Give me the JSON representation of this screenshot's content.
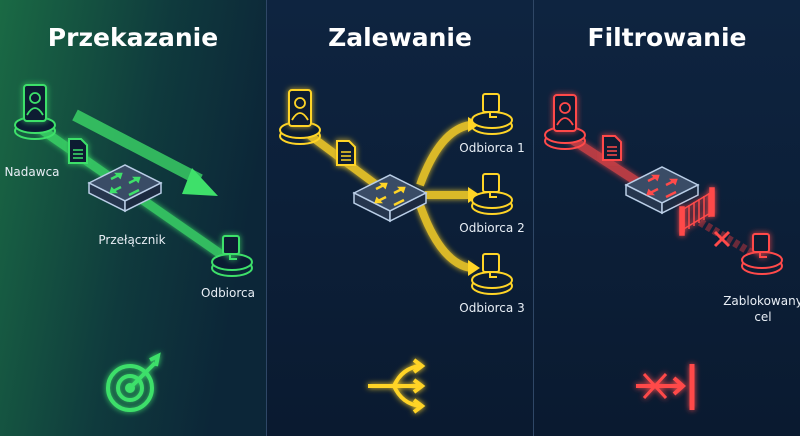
{
  "colors": {
    "forward": "#3ee06a",
    "flood": "#ffd426",
    "filter": "#ff4a4a",
    "background": "#0b1c33"
  },
  "panels": [
    {
      "title": "Przekazanie",
      "labels": {
        "sender": "Nadawca",
        "switch": "Przełącznik",
        "receiver": "Odbiorca"
      },
      "icon": "target-icon"
    },
    {
      "title": "Zalewanie",
      "labels": {
        "receiver1": "Odbiorca 1",
        "receiver2": "Odbiorca 2",
        "receiver3": "Odbiorca 3"
      },
      "icon": "split-arrow-icon"
    },
    {
      "title": "Filtrowanie",
      "labels": {
        "blocked1": "Zablokowany",
        "blocked2": "cel"
      },
      "icon": "blocked-arrow-icon"
    }
  ]
}
